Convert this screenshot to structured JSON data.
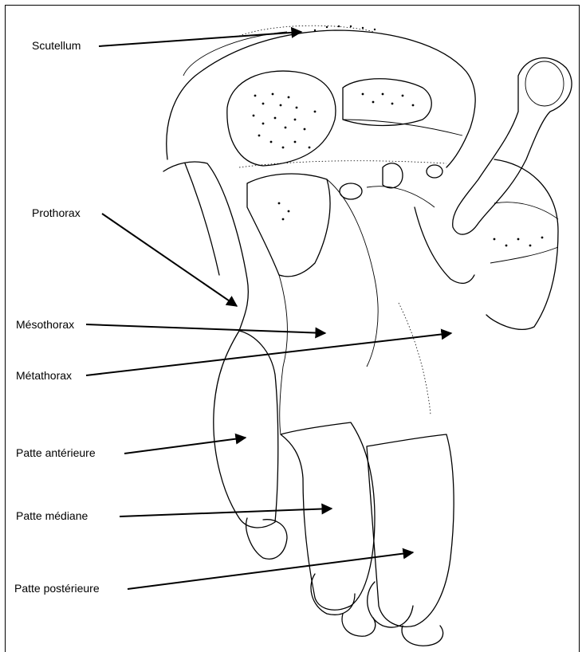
{
  "labels": {
    "scutellum": "Scutellum",
    "prothorax": "Prothorax",
    "mesothorax": "Mésothorax",
    "metathorax": "Métathorax",
    "patte_anterieure": "Patte antérieure",
    "patte_mediane": "Patte médiane",
    "patte_posterieure": "Patte postérieure"
  }
}
